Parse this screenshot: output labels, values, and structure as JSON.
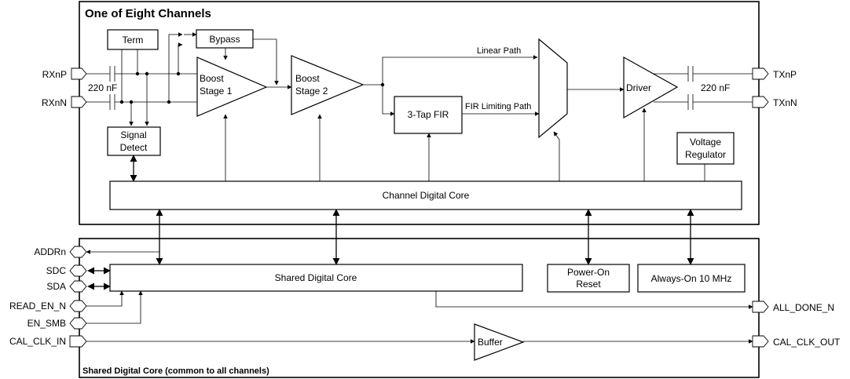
{
  "channel_frame": {
    "title": "One of Eight Channels"
  },
  "shared_frame": {
    "title": "Shared Digital Core (common to all channels)"
  },
  "blocks": {
    "term": "Term",
    "bypass": "Bypass",
    "boost1": [
      "Boost",
      "Stage 1"
    ],
    "boost2": [
      "Boost",
      "Stage 2"
    ],
    "signal_detect": [
      "Signal",
      "Detect"
    ],
    "fir": "3-Tap FIR",
    "driver": "Driver",
    "voltage_regulator": [
      "Voltage",
      "Regulator"
    ],
    "channel_digital_core": "Channel Digital Core",
    "shared_digital_core": "Shared Digital Core",
    "power_on_reset": [
      "Power-On",
      "Reset"
    ],
    "always_on": "Always-On 10 MHz",
    "buffer": "Buffer"
  },
  "paths": {
    "linear": "Linear Path",
    "fir_limiting": "FIR Limiting Path"
  },
  "caps": {
    "in": "220 nF",
    "out": "220 nF"
  },
  "pins": {
    "rxnp": "RXnP",
    "rxnn": "RXnN",
    "txnp": "TXnP",
    "txnn": "TXnN",
    "addrn": "ADDRn",
    "sdc": "SDC",
    "sda": "SDA",
    "read_en_n": "READ_EN_N",
    "en_smb": "EN_SMB",
    "cal_clk_in": "CAL_CLK_IN",
    "all_done_n": "ALL_DONE_N",
    "cal_clk_out": "CAL_CLK_OUT"
  }
}
